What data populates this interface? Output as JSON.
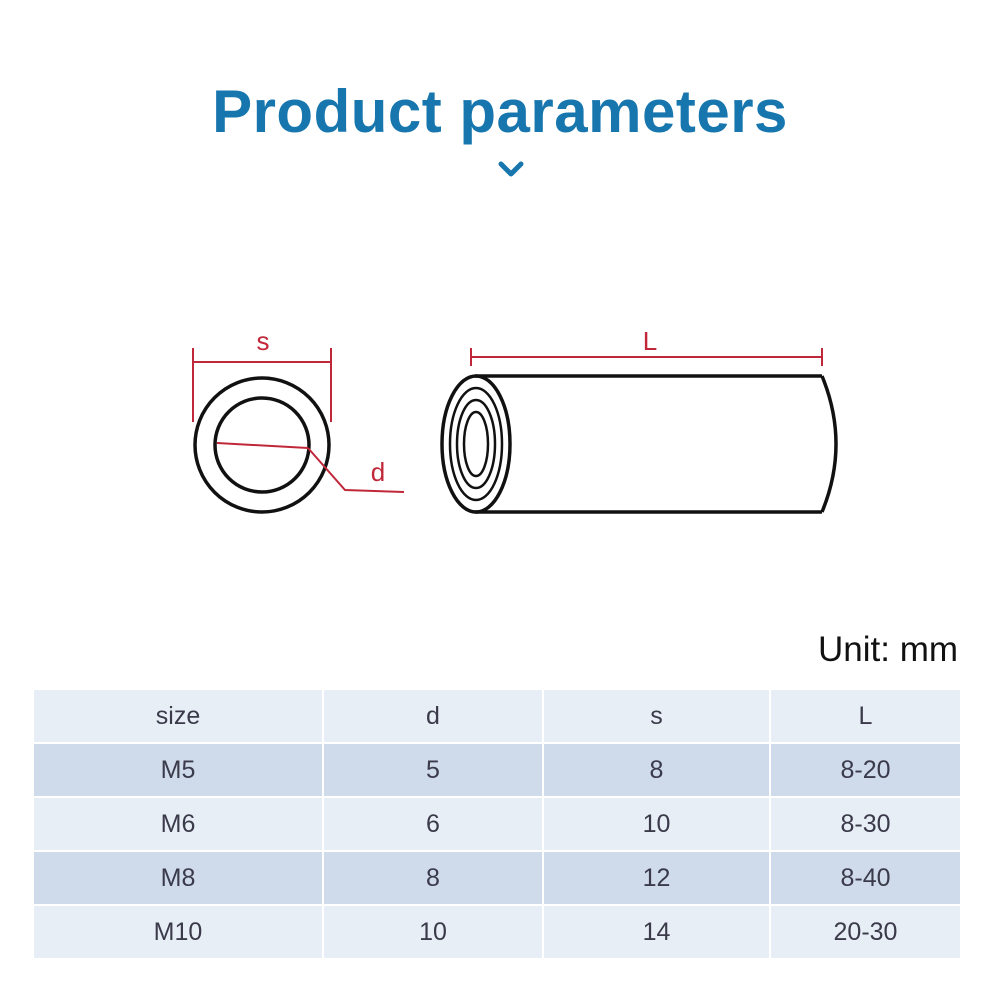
{
  "header": {
    "title": "Product parameters",
    "chevron_icon": "chevron-down-icon",
    "title_color": "#1676ad"
  },
  "diagram": {
    "label_s": "s",
    "label_L": "L",
    "label_d": "d",
    "dimension_color": "#c0283a",
    "outline_color": "#111111"
  },
  "unit_label": "Unit: mm",
  "table": {
    "columns": [
      "size",
      "d",
      "s",
      "L"
    ],
    "rows": [
      [
        "M5",
        "5",
        "8",
        "8-20"
      ],
      [
        "M6",
        "6",
        "10",
        "8-30"
      ],
      [
        "M8",
        "8",
        "12",
        "8-40"
      ],
      [
        "M10",
        "10",
        "14",
        "20-30"
      ]
    ],
    "row_colors": [
      "#cfdbeb",
      "#e8eef6"
    ]
  }
}
